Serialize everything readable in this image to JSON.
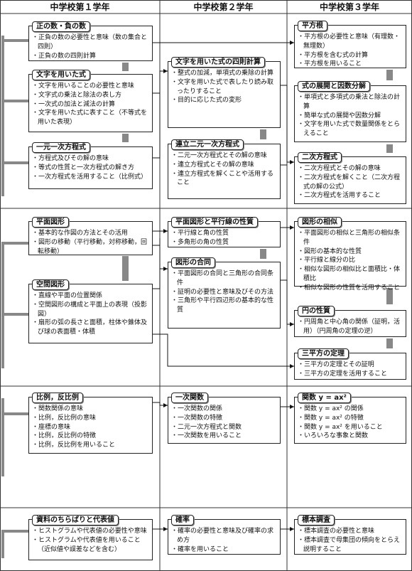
{
  "headers": [
    "中学校第１学年",
    "中学校第２学年",
    "中学校第３学年"
  ],
  "boxes": [
    {
      "id": "seifu",
      "title": "正の数・負の数",
      "items": [
        "正負の数の必要性と意味（数の集合と四則）",
        "正負の数の四則計算"
      ]
    },
    {
      "id": "moji1",
      "title": "文字を用いた式",
      "items": [
        "文字を用いることの必要性と意味",
        "文字式の乗法と除法の表し方",
        "一次式の加法と減法の計算",
        "文字を用いた式に表すこと（不等式を用いた表現）"
      ]
    },
    {
      "id": "ichigen",
      "title": "一元一次方程式",
      "items": [
        "方程式及びその解の意味",
        "等式の性質と一次方程式の解き方",
        "一次方程式を活用すること（比例式）"
      ]
    },
    {
      "id": "moji2",
      "title": "文字を用いた式の四則計算",
      "items": [
        "整式の加減，単項式の乗除の計算",
        "文字を用いた式で表したり読み取ったりすること",
        "目的に応じた式の変形"
      ]
    },
    {
      "id": "renritsu",
      "title": "連立二元一次方程式",
      "items": [
        "二元一次方程式とその解の意味",
        "連立方程式とその解の意味",
        "連立方程式を解くことや活用すること"
      ]
    },
    {
      "id": "heihou",
      "title": "平方根",
      "items": [
        "平方根の必要性と意味（有理数・無理数）",
        "平方根を含む式の計算",
        "平方根を用いること"
      ]
    },
    {
      "id": "tenkai",
      "title": "式の展開と因数分解",
      "items": [
        "単項式と多項式の乗法と除法の計算",
        "簡単な式の展開や因数分解",
        "文字を用いた式で数量関係をとらえること"
      ]
    },
    {
      "id": "niji",
      "title": "二次方程式",
      "items": [
        "二次方程式とその解の意味",
        "二次方程式を解くこと（二次方程式の解の公式）",
        "二次方程式を活用すること"
      ]
    },
    {
      "id": "heimen",
      "title": "平面図形",
      "items": [
        "基本的な作図の方法とその活用",
        "図形の移動（平行移動，対称移動，回転移動）"
      ]
    },
    {
      "id": "kukan",
      "title": "空間図形",
      "items": [
        "直線や平面の位置関係",
        "空間図形の構成と平面上の表現（投影図）",
        "扇形の弧の長さと面積，柱体や錐体及び球の表面積・体積"
      ]
    },
    {
      "id": "heikou",
      "title": "平面図形と平行線の性質",
      "items": [
        "平行線と角の性質",
        "多角形の角の性質"
      ]
    },
    {
      "id": "goudou",
      "title": "図形の合同",
      "items": [
        "平面図形の合同と三角形の合同条件",
        "証明の必要性と意味及びその方法",
        "三角形や平行四辺形の基本的な性質"
      ]
    },
    {
      "id": "souji",
      "title": "図形の相似",
      "items": [
        "平面図形の相似と三角形の相似条件",
        "図形の基本的な性質",
        "平行線と線分の比",
        "相似な図形の相似比と面積比・体積比",
        "相似な図形の性質を活用すること"
      ]
    },
    {
      "id": "en",
      "title": "円の性質",
      "items": [
        "円周角と中心角の関係（証明，活用）（円周角の定理の逆）"
      ]
    },
    {
      "id": "sanheihou",
      "title": "三平方の定理",
      "items": [
        "三平方の定理とその証明",
        "三平方の定理を活用すること"
      ]
    },
    {
      "id": "hirei",
      "title": "比例，反比例",
      "items": [
        "関数関係の意味",
        "比例，反比例の意味",
        "座標の意味",
        "比例，反比例の特徴",
        "比例，反比例を用いること"
      ]
    },
    {
      "id": "ichiji",
      "title": "一次関数",
      "items": [
        "一次関数の関係",
        "一次関数の特徴",
        "二元一次方程式と関数",
        "一次関数を用いること"
      ]
    },
    {
      "id": "kansu",
      "title": "関数 y = ax²",
      "items": [
        "関数 y = ax² の関係",
        "関数 y = ax² の特徴",
        "関数 y = ax² を用いること",
        "いろいろな事象と関数"
      ]
    },
    {
      "id": "shiryo",
      "title": "資料のちらばりと代表値",
      "items": [
        "ヒストグラムや代表値の必要性や意味",
        "ヒストグラムや代表値を用いること（近似値や誤差などを含む）"
      ]
    },
    {
      "id": "kakuritsu",
      "title": "確率",
      "items": [
        "確率の必要性と意味及び確率の求め方",
        "確率を用いること"
      ]
    },
    {
      "id": "hyouhon",
      "title": "標本調査",
      "items": [
        "標本調査の必要性と意味",
        "標本調査で母集団の傾向をとらえ説明すること"
      ]
    }
  ]
}
